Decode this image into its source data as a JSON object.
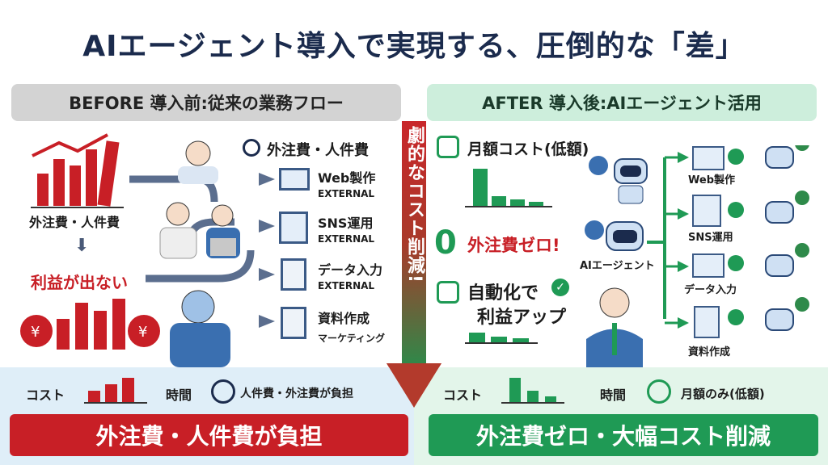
{
  "title": "AIエージェント導入で実現する、圧倒的な「差」",
  "before": {
    "header": "BEFORE 導入前:従来の業務フロー",
    "cost_label": "外注費・人件費",
    "down_result": "利益が出ない",
    "list_header": "外注費・人件費",
    "items": [
      {
        "label": "Web製作",
        "sub": "EXTERNAL"
      },
      {
        "label": "SNS運用",
        "sub": "EXTERNAL"
      },
      {
        "label": "データ入力",
        "sub": "EXTERNAL"
      },
      {
        "label": "資料作成",
        "sub": "マーケティング"
      }
    ],
    "summary": {
      "cost": "コスト",
      "time": "時間",
      "time_text": "人件費・外注費が負担"
    },
    "banner": "外注費・人件費が負担"
  },
  "center": {
    "text": "劇的なコスト削減!"
  },
  "after": {
    "header": "AFTER 導入後:AIエージェント活用",
    "monthly": "月額コスト(低額)",
    "zero_num": "0",
    "zero_text": "外注費ゼロ!",
    "auto_line1": "自動化で",
    "auto_line2": "利益アップ",
    "agent_label": "AIエージェント",
    "items": [
      "Web製作",
      "SNS運用",
      "データ入力",
      "資料作成"
    ],
    "summary": {
      "cost": "コスト",
      "time": "時間",
      "time_text": "月額のみ(低額)"
    },
    "banner": "外注費ゼロ・大幅コスト削減"
  },
  "colors": {
    "red": "#c81f26",
    "green": "#1f9a55",
    "navy": "#1b2b4d"
  }
}
